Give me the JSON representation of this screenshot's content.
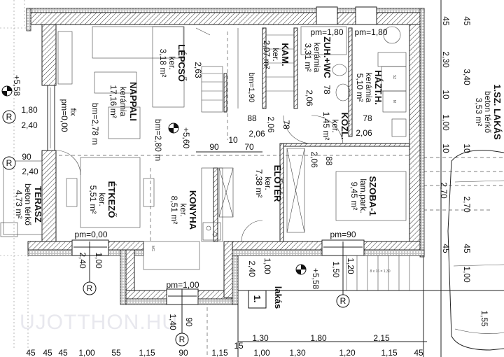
{
  "watermark": "UJOTTHON.HU",
  "rooms": {
    "lepcso": {
      "name": "LÉPCSŐ",
      "finish": "ker.",
      "area": "3,18 m²"
    },
    "nappali": {
      "name": "NAPPALI",
      "finish": "kerámia",
      "area": "17,16 m²",
      "bm": "bm=2,78 m"
    },
    "kamra": {
      "name": "KAM.",
      "finish": "ker.",
      "area": "2,07 m²"
    },
    "zuhany_wc": {
      "name": "ZUH.+WC",
      "finish": "kerámia",
      "area": "3,31 m²"
    },
    "haztartasi": {
      "name": "HÁZT.H.",
      "finish": "kerámia",
      "area": "5,10 m²"
    },
    "kozlekedo": {
      "name": "KÖZL.",
      "finish": "ker.",
      "area": "1,45 m²"
    },
    "eloter": {
      "name": "ELŐTÉR",
      "finish": "ker.",
      "area": "7,38 m²"
    },
    "szoba1": {
      "name": "SZOBA-1",
      "finish": "lam.park.",
      "area": "9,45 m²"
    },
    "konyha": {
      "name": "KONYHA",
      "finish": "ker.",
      "area": "8,51 m²"
    },
    "etkezo": {
      "name": "ÉTKEZŐ",
      "finish": "ker.",
      "area": "5,51 m²"
    },
    "terasz": {
      "name": "TERASZ",
      "finish": "beton térkő",
      "area": "4,73 m²"
    },
    "lakas_terasz": {
      "name": "1.SZ. LAKÁS",
      "finish": "beton térkő",
      "area": "3,53 m²"
    }
  },
  "annotations": {
    "bm_280": "bm=2,80 m",
    "bm_190": "bm=1,90",
    "fix": "fix",
    "pm_000_left": "pm=0,00",
    "pm_000_bottom": "pm=0,00",
    "pm_180_a": "pm=1,80",
    "pm_180_b": "pm=1,80",
    "pm_100": "pm=1,00",
    "pm_90": "pm=90",
    "level_560": "+5,60",
    "level_558_left": "+5,58",
    "level_558_entry": "+5,58",
    "stair_calc": "8 x 16 = 1,30",
    "apartment_label": "lakás",
    "apartment_number": "1.",
    "window_mark": "R",
    "appliance_mg": "MG",
    "appliance_sz": "SZ",
    "appliance_m": "M"
  },
  "dimensions": {
    "d263": "2,63",
    "d180_l": "1,80",
    "d240_l1": "2,40",
    "d90_l": "90",
    "d240_l2": "2,40",
    "d88_a": "88",
    "d206_a": "2,06",
    "d206_b": "2,06",
    "d78_a": "78",
    "d206_wc": "2,06",
    "d78_wc": "78",
    "d78_b": "78",
    "d206_c": "2,06",
    "d206_d": "2,06",
    "d88_b": "88",
    "d90_m": "90",
    "d10_m": "10",
    "d70_m": "70",
    "d240_b": "2,40",
    "d100_b": "1,00",
    "d140": "1,40",
    "d90_b": "90",
    "d240_e": "2,40",
    "d100_e": "1,00",
    "d150": "1,50",
    "d120": "1,20",
    "r45_a": "45",
    "r45_b": "45",
    "r230": "2,30",
    "r340": "3,40",
    "r10_a": "10",
    "r100": "1,00",
    "r10_b": "10",
    "r10_c": "10",
    "r270_a": "2,70",
    "r270_b": "2,70",
    "r45_c": "45",
    "r45_d": "45",
    "r100_b": "1,00",
    "r155": "1,55",
    "b130": "1,30",
    "b180": "1,80",
    "b215": "2,15",
    "bottom_row": [
      "45",
      "45",
      "45",
      "1,00",
      "55",
      "1,15",
      "90",
      "1,15",
      "15",
      "1,00",
      "1,30",
      "1,20",
      "1,15",
      "45"
    ]
  }
}
